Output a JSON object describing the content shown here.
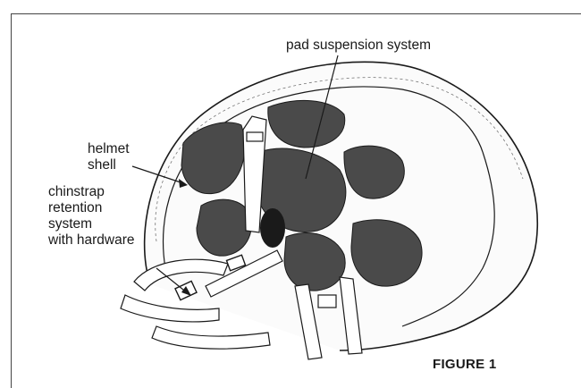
{
  "labels": {
    "pad_suspension": "pad suspension system",
    "helmet_shell": [
      "helmet",
      "shell"
    ],
    "chinstrap": [
      "chinstrap",
      "retention",
      "system",
      "with hardware"
    ],
    "figure": "FIGURE 1"
  },
  "colors": {
    "ink": "#1a1a1a",
    "pad": "#4a4a4a",
    "strap_fill": "#ffffff"
  }
}
